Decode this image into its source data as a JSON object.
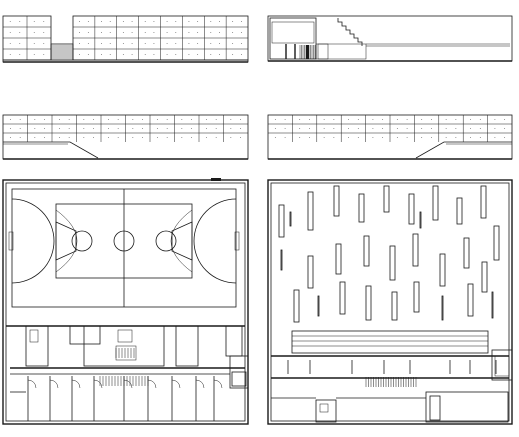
{
  "sheet": {
    "type": "architectural-drawing-sheet",
    "building": "sports-hall",
    "views": [
      {
        "id": "elevation-1",
        "kind": "elevation",
        "position_word": "top-left"
      },
      {
        "id": "section-1",
        "kind": "section",
        "position_word": "top-right"
      },
      {
        "id": "elevation-2",
        "kind": "elevation",
        "position_word": "middle-left"
      },
      {
        "id": "elevation-3",
        "kind": "elevation",
        "position_word": "middle-right"
      },
      {
        "id": "floor-plan",
        "kind": "plan",
        "position_word": "bottom-left",
        "contains": "handball-court"
      },
      {
        "id": "roof-plan",
        "kind": "reflected-ceiling-plan",
        "position_word": "bottom-right",
        "contains": "skylights"
      }
    ],
    "line_color": "#1a1a1a",
    "background": "#ffffff"
  }
}
